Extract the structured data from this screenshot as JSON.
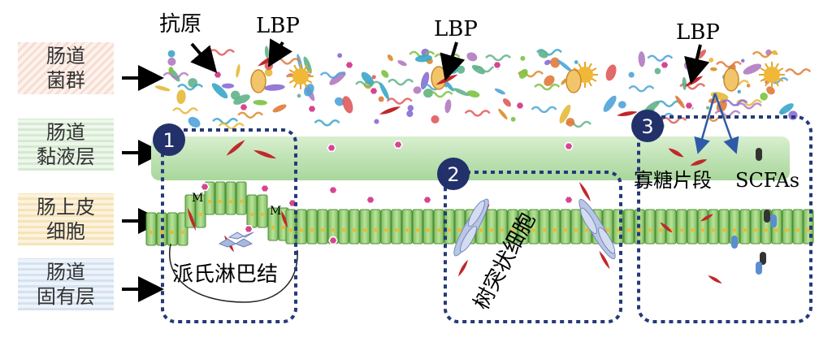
{
  "layers": [
    {
      "line1": "肠道",
      "line2": "菌群"
    },
    {
      "line1": "肠道",
      "line2": "黏液层"
    },
    {
      "line1": "肠上皮",
      "line2": "细胞"
    },
    {
      "line1": "肠道",
      "line2": "固有层"
    }
  ],
  "annotations": {
    "antigen": "抗原",
    "lbp_1": "LBP",
    "lbp_2": "LBP",
    "lbp_3": "LBP",
    "m_cell_1": "M",
    "m_cell_2": "M",
    "peyers_patch": "派氏淋巴结",
    "dendritic_cell": "树突状细胞",
    "oligosaccharide": "寡糖片段",
    "scfas": "SCFAs"
  },
  "regions": [
    {
      "number": "1"
    },
    {
      "number": "2"
    },
    {
      "number": "3"
    }
  ],
  "colors": {
    "region_border": "#243a78",
    "badge": "#23316b",
    "mucus": "#bfe2b4",
    "epithelium": "#9fd17f",
    "lbp": "#c0282a",
    "antigen": "#d64590"
  }
}
